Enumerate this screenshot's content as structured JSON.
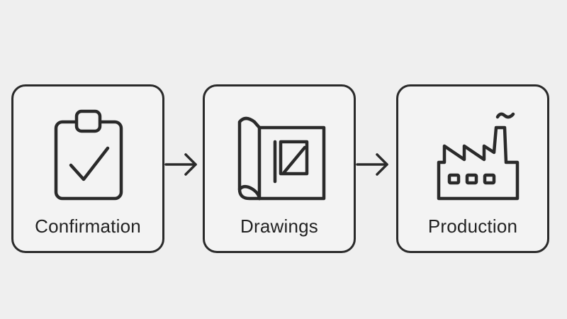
{
  "steps": [
    {
      "label": "Confirmation",
      "icon": "clipboard-check-icon"
    },
    {
      "label": "Drawings",
      "icon": "blueprint-icon"
    },
    {
      "label": "Production",
      "icon": "factory-icon"
    }
  ],
  "colors": {
    "background": "#efefef",
    "stroke": "#2a2a2a",
    "text": "#222222"
  }
}
